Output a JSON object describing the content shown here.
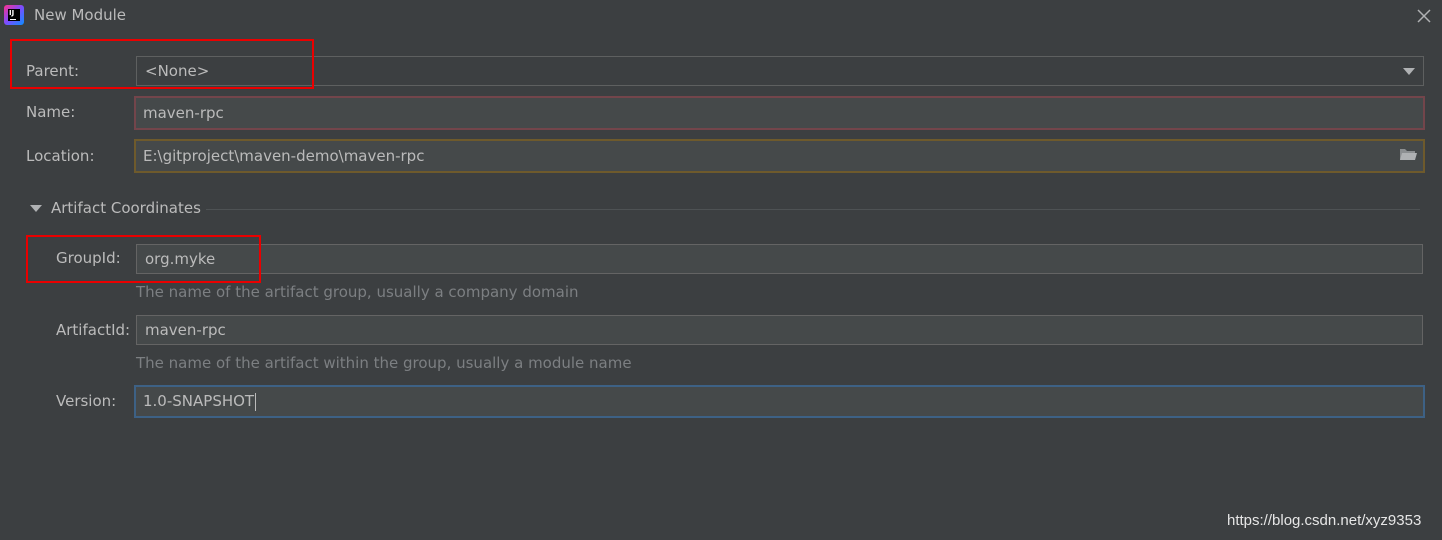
{
  "window": {
    "title": "New Module"
  },
  "form": {
    "parent": {
      "label": "Parent:",
      "value": "<None>"
    },
    "name": {
      "label": "Name:",
      "value": "maven-rpc"
    },
    "location": {
      "label": "Location:",
      "value": "E:\\gitproject\\maven-demo\\maven-rpc"
    }
  },
  "artifact": {
    "section_title": "Artifact Coordinates",
    "group_id": {
      "label": "GroupId:",
      "value": "org.myke",
      "hint": "The name of the artifact group, usually a company domain"
    },
    "artifact_id": {
      "label": "ArtifactId:",
      "value": "maven-rpc",
      "hint": "The name of the artifact within the group, usually a module name"
    },
    "version": {
      "label": "Version:",
      "value": "1.0-SNAPSHOT"
    }
  },
  "watermark": "https://blog.csdn.net/xyz9353",
  "colors": {
    "background": "#3c3f41",
    "field": "#45494a",
    "error_border": "#73454b",
    "warning_border": "#6e5a2c",
    "focus_border": "#3d6185",
    "annotation_red": "#ea0000"
  }
}
